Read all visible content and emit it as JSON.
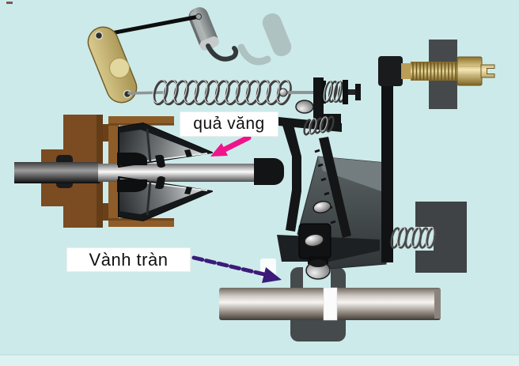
{
  "diagram": {
    "subject": "mechanical governor / flyweight assembly of an injection pump",
    "labels": {
      "flyweight": {
        "text": "quả văng"
      },
      "overflow_ring": {
        "text": "Vành tràn"
      }
    },
    "palette": {
      "background": "#cdeaea",
      "footer_strip": "#def2f1",
      "brass_lever": "#c9b878",
      "brass_screw": "#c3a255",
      "brown_hub": "#7b4b21",
      "brown_bracket": "#8d5c28",
      "steel_shaft_light": "#f2f2f2",
      "slate_block": "#45494c",
      "black_lever": "#141414",
      "flyweight_arrow": "#f0148c",
      "rack_arrow": "#3b1b7a",
      "label_bg": "#ffffff",
      "label_text": "#101010"
    }
  }
}
